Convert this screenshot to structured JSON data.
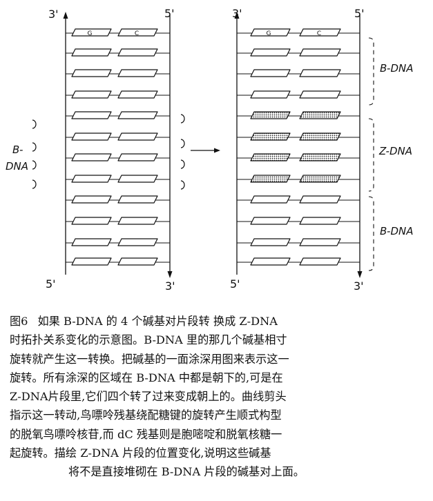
{
  "left_panel": {
    "top_left_label": "3'",
    "top_right_label": "5'",
    "bottom_left_label": "5'",
    "bottom_right_label": "3'",
    "base_left_letter": "G",
    "base_right_letter": "C"
  },
  "right_panel": {
    "top_left_label": "3'",
    "top_right_label": "5'",
    "bottom_left_label": "5'",
    "bottom_right_label": "3'",
    "base_left_letter": "G",
    "base_right_letter": "C",
    "region_upper": "B-DNA",
    "region_middle": "Z-DNA",
    "region_lower": "B-DNA"
  },
  "side_label_line1": "B-",
  "side_label_line2": "DNA",
  "caption": {
    "fig_number": "图6",
    "lines": [
      "如果 B-DNA 的 4 个碱基对片段转 换成 Z-DNA",
      "时拓扑关系变化的示意图。B-DNA 里的那几个碱基相寸",
      "旋转就产生这一转换。把碱基的一面涂深用图来表示这一",
      "旋转。所有涂深的区域在 B-DNA 中都是朝下的,可是在",
      "Z-DNA片段里,它们四个转了过来变成朝上的。曲线剪头",
      "指示这一转动,鸟嘌呤残基绕配糖键的旋转产生顺式构型",
      "的脱氧鸟嘌呤核苷,而 dC 残基则是胞嘧啶和脱氧核糖一",
      "起旋转。描绘 Z-DNA 片段的位置变化,说明这些碱基",
      "将不是直接堆砌在 B-DNA 片段的碱基对上面。"
    ]
  }
}
